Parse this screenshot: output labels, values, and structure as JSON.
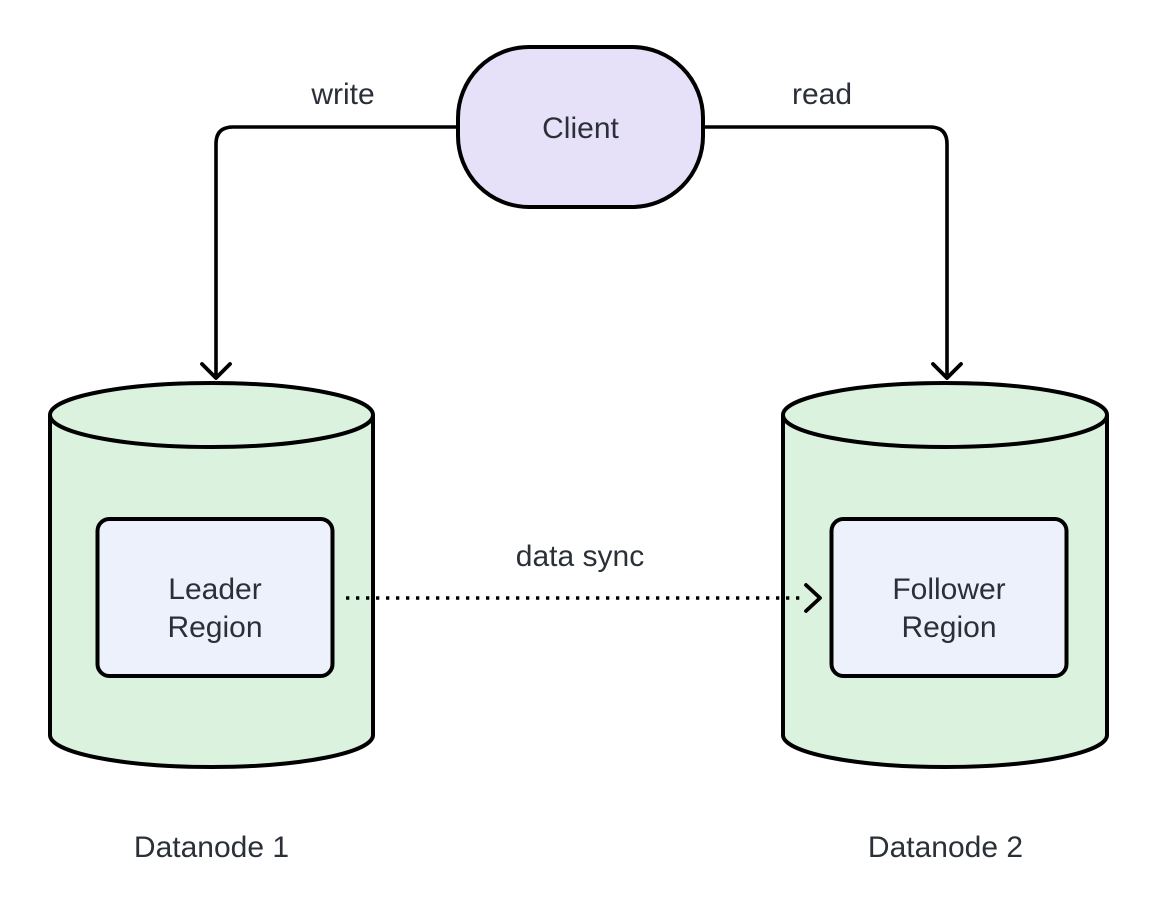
{
  "diagram": {
    "kind": "flowchart",
    "client": {
      "label": "Client"
    },
    "edge_write": {
      "label": "write",
      "from": "Client",
      "to": "Datanode 1",
      "line_style": "solid-arrow"
    },
    "edge_read": {
      "label": "read",
      "from": "Client",
      "to": "Datanode 2",
      "line_style": "solid-arrow"
    },
    "edge_sync": {
      "label": "data sync",
      "from": "Leader Region",
      "to": "Follower Region",
      "line_style": "dotted-arrow"
    },
    "datanode1": {
      "caption": "Datanode 1",
      "region_label": "Leader Region",
      "region_lines": [
        "Leader",
        "Region"
      ]
    },
    "datanode2": {
      "caption": "Datanode 2",
      "region_label": "Follower Region",
      "region_lines": [
        "Follower",
        "Region"
      ]
    },
    "colors": {
      "client_fill": "#e6e0f8",
      "cylinder_fill": "#dbf2df",
      "region_fill": "#edf1fb",
      "stroke": "#000000",
      "text": "#2b3038"
    }
  }
}
